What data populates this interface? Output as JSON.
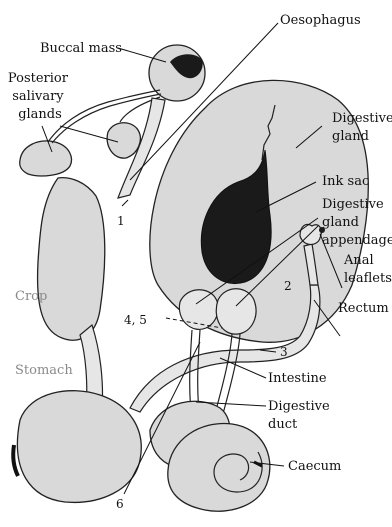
{
  "labels": {
    "oesophagus": "Oesophagus",
    "buccal_mass": "Buccal mass",
    "posterior_salivary_glands": [
      "Posterior",
      "salivary",
      "glands"
    ],
    "digestive_gland": [
      "Digestive",
      "gland"
    ],
    "ink_sac": "Ink sac",
    "digestive_gland_appendages": [
      "Digestive",
      "gland",
      "appendages"
    ],
    "anal_leaflets": [
      "Anal",
      "leaflets"
    ],
    "rectum": "Rectum",
    "crop": "Crop",
    "stomach": "Stomach",
    "intestine": "Intestine",
    "digestive_duct": [
      "Digestive",
      "duct"
    ],
    "caecum": "Caecum"
  },
  "numbers": {
    "n1": "1",
    "n2": "2",
    "n3": "3",
    "n45": "4, 5",
    "n6": "6"
  },
  "colors": {
    "organ_fill": "#d9d9d9",
    "ink_sac_fill": "#1a1a1a",
    "label_grey": "#8a8a8a"
  }
}
